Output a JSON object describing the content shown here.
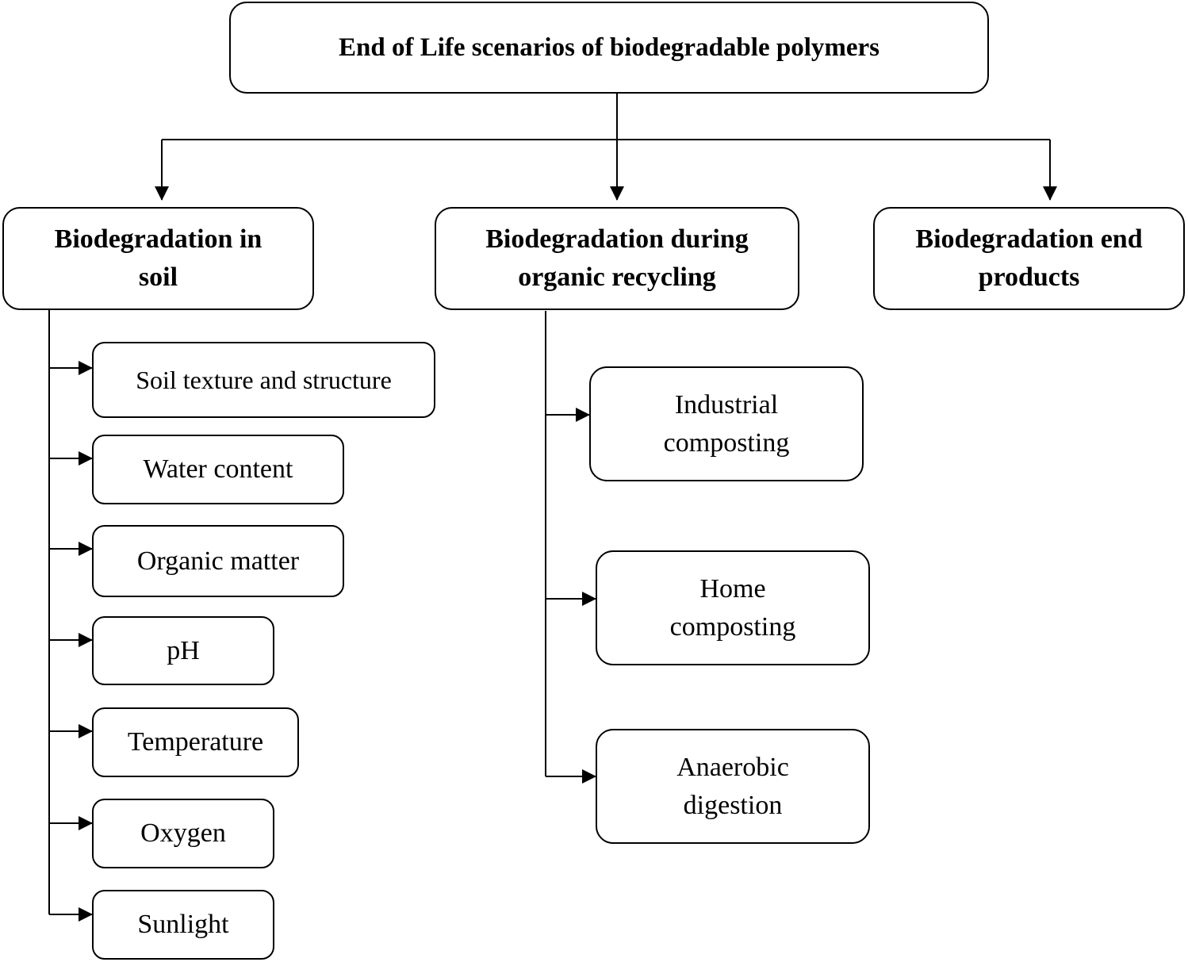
{
  "diagram": {
    "root": {
      "label": "End of Life scenarios of biodegradable polymers"
    },
    "categories": [
      {
        "label_line1": "Biodegradation in",
        "label_line2": "soil",
        "children": [
          "Soil texture and structure",
          "Water content",
          "Organic matter",
          "pH",
          "Temperature",
          "Oxygen",
          "Sunlight"
        ]
      },
      {
        "label_line1": "Biodegradation during",
        "label_line2": "organic recycling",
        "children": [
          {
            "line1": "Industrial",
            "line2": "composting"
          },
          {
            "line1": "Home",
            "line2": "composting"
          },
          {
            "line1": "Anaerobic",
            "line2": "digestion"
          }
        ]
      },
      {
        "label_line1": "Biodegradation end",
        "label_line2": "products",
        "children": []
      }
    ]
  }
}
